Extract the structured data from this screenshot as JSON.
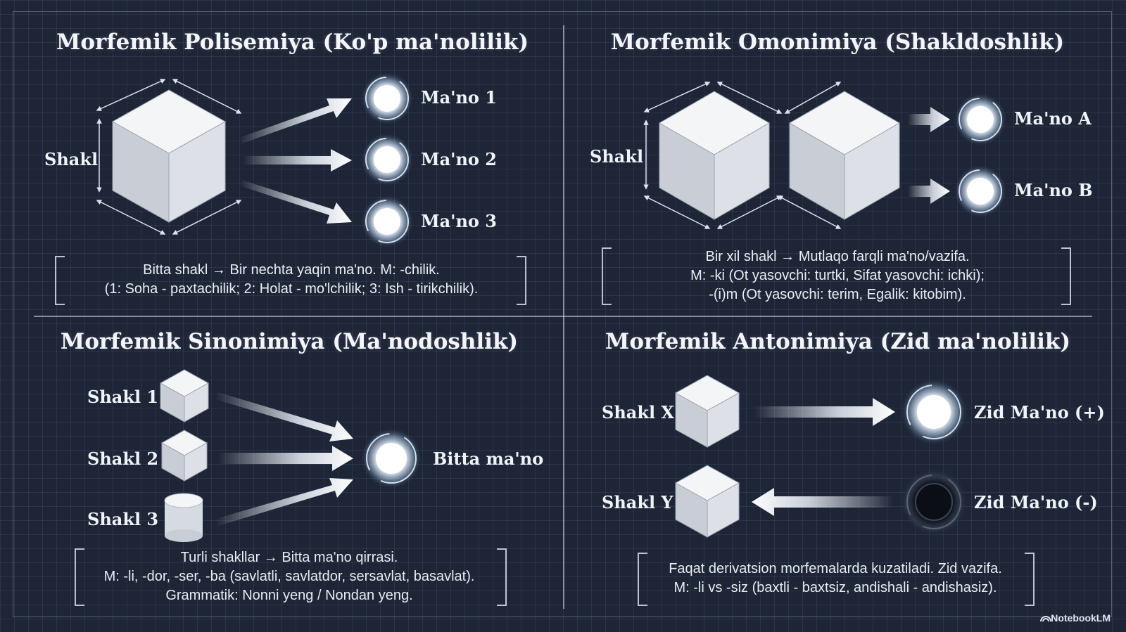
{
  "quadrants": {
    "polysemy": {
      "title": "Morfemik Polisemiya (Ko'p ma'nolilik)",
      "form_label": "Shakl",
      "meanings": [
        "Ma'no 1",
        "Ma'no 2",
        "Ma'no 3"
      ],
      "caption": [
        "Bitta shakl → Bir nechta yaqin ma'no. M: -chilik.",
        "(1: Soha - paxtachilik; 2: Holat - mo'lchilik; 3: Ish - tirikchilik)."
      ]
    },
    "homonymy": {
      "title": "Morfemik Omonimiya (Shakldoshlik)",
      "form_label": "Shakl",
      "meanings": [
        "Ma'no A",
        "Ma'no B"
      ],
      "caption": [
        "Bir xil shakl → Mutlaqo farqli ma'no/vazifa.",
        "M: -ki (Ot yasovchi: turtki, Sifat yasovchi: ichki);",
        "-(i)m (Ot yasovchi: terim, Egalik: kitobim)."
      ]
    },
    "synonymy": {
      "title": "Morfemik Sinonimiya (Ma'nodoshlik)",
      "forms": [
        "Shakl 1",
        "Shakl 2",
        "Shakl 3"
      ],
      "meaning": "Bitta ma'no",
      "caption": [
        "Turli shakllar → Bitta ma'no qirrasi.",
        "M: -li, -dor, -ser, -ba (savlatli, savlatdor, sersavlat, basavlat).",
        "Grammatik: Nonni yeng / Nondan yeng."
      ]
    },
    "antonymy": {
      "title": "Morfemik Antonimiya (Zid ma'nolilik)",
      "forms": [
        "Shakl X",
        "Shakl Y"
      ],
      "meanings": [
        "Zid Ma'no (+)",
        "Zid Ma'no (-)"
      ],
      "caption": [
        "Faqat derivatsion morfemalarda kuzatiladi. Zid vazifa.",
        "M: -li vs -siz (baxtli - baxtsiz, andishali - andishasiz)."
      ]
    }
  },
  "brand": "NotebookLM"
}
